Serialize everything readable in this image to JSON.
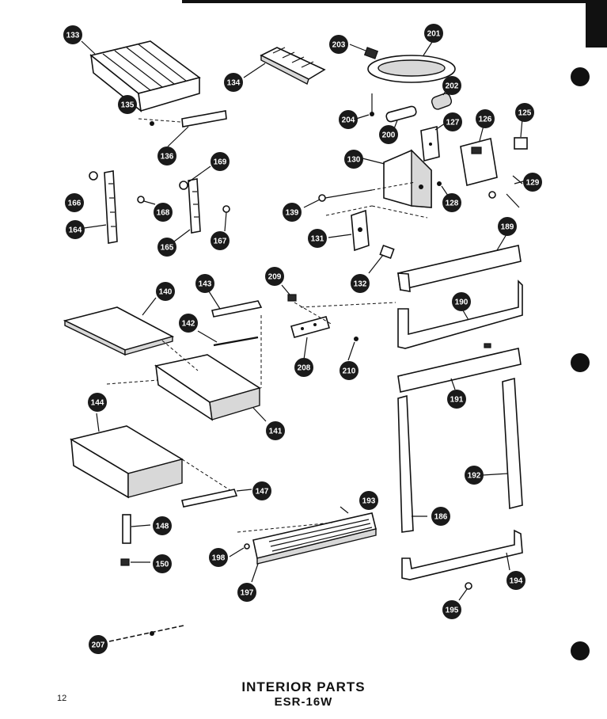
{
  "page": {
    "title": "INTERIOR PARTS",
    "model": "ESR-16W",
    "page_number": "12"
  },
  "callouts": [
    "133",
    "134",
    "135",
    "136",
    "164",
    "165",
    "166",
    "167",
    "168",
    "169",
    "203",
    "201",
    "202",
    "204",
    "200",
    "127",
    "126",
    "125",
    "130",
    "128",
    "129",
    "139",
    "131",
    "132",
    "189",
    "140",
    "143",
    "142",
    "209",
    "208",
    "210",
    "141",
    "190",
    "191",
    "144",
    "192",
    "147",
    "148",
    "150",
    "193",
    "186",
    "198",
    "197",
    "194",
    "195",
    "207"
  ]
}
